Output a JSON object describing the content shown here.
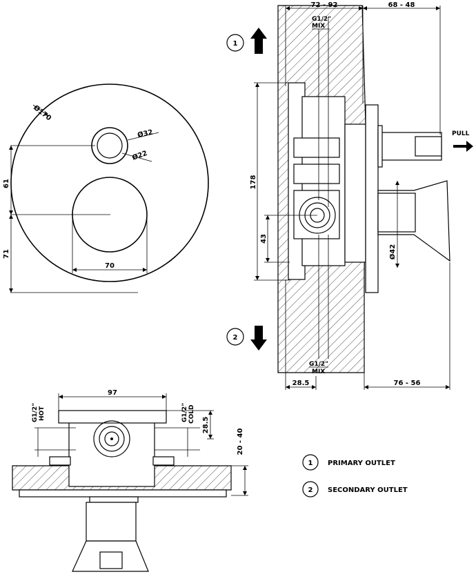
{
  "dimensions": {
    "top_width": "72 - 92",
    "top_right": "68 - 48",
    "outer_diameter": "Ø170",
    "knob_outer": "Ø32",
    "knob_inner": "Ø22",
    "upper_height": "61",
    "lower_height": "71",
    "handle_width": "70",
    "body_height": "178",
    "outlet_offset": "43",
    "spout_diameter": "Ø42",
    "wall_depth": "28.5",
    "bottom_right": "76 - 56",
    "body_width": "97",
    "side_depth": "28.5",
    "wall_range": "20 - 40"
  },
  "labels": {
    "mix_top": "G1/2\" MIX",
    "mix_bottom": "G1/2\" MIX",
    "pull": "PULL",
    "hot": "G1/2\" HOT",
    "cold": "G1/2\" COLD"
  },
  "legend": {
    "items": [
      {
        "number": "1",
        "label": "PRIMARY OUTLET"
      },
      {
        "number": "2",
        "label": "SECONDARY OUTLET"
      }
    ]
  }
}
